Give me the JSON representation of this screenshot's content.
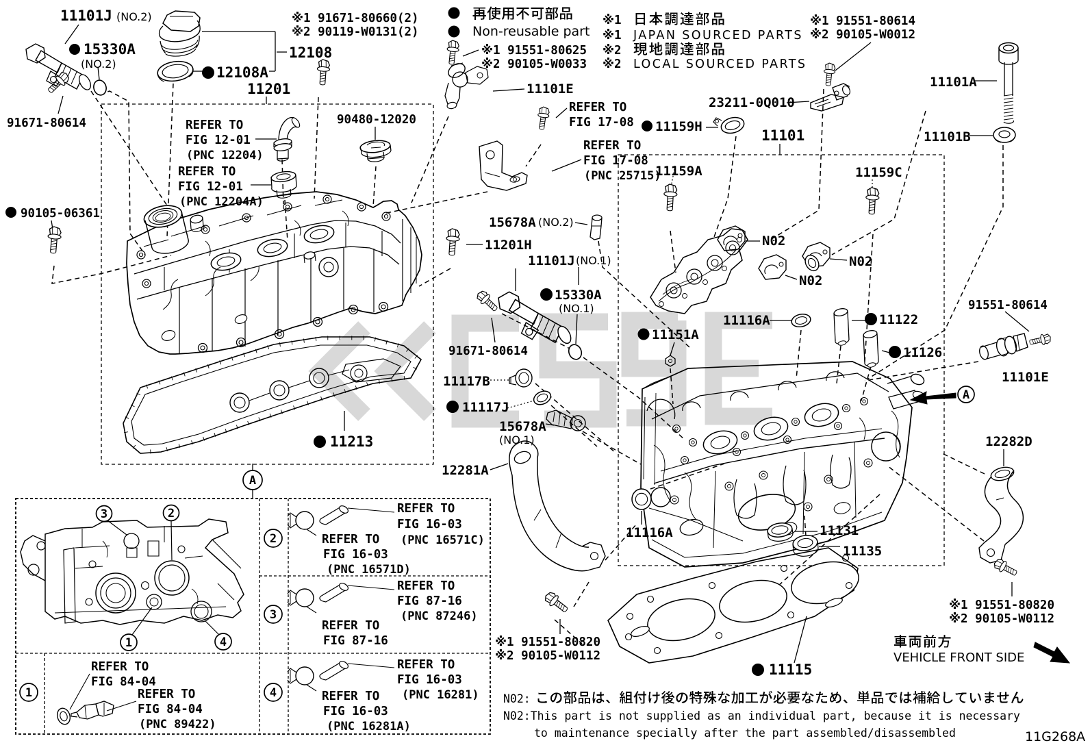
{
  "figure": {
    "code": "11G268A",
    "vehicle_front_jp": "車両前方",
    "vehicle_front_en": "VEHICLE FRONT SIDE"
  },
  "legend": {
    "non_reusable_jp": "再使用不可部品",
    "non_reusable_en": "Non-reusable part",
    "ref1_mark": "※1",
    "ref2_mark": "※2",
    "japan_sourced_jp": "日本調達部品",
    "japan_sourced_en": "JAPAN SOURCED PARTS",
    "local_sourced_jp": "現地調達部品",
    "local_sourced_en": "LOCAL SOURCED PARTS"
  },
  "notes": {
    "n02_jp_prefix": "N02:",
    "n02_jp_body": "この部品は、組付け後の特殊な加工が必要なため、単品では補給していません",
    "n02_en_line1": "N02:This part is not supplied as an individual part, because it is necessary",
    "n02_en_line2": "to maintenance specially after the part assembled/disassembled"
  },
  "labels": {
    "c_eng3": "3",
    "c_eng2": "2",
    "c_eng1": "1",
    "c_eng4": "4",
    "c_row2": "2",
    "c_row3": "3",
    "c_row4": "4",
    "c_row1": "1",
    "c_A1": "A",
    "c_A2": "A",
    "p11101j": "11101J",
    "no2_a": "(NO.2)",
    "p15330a": "15330A",
    "no2_b": "(NO.2)",
    "p91671_80614": "91671-80614",
    "p90105_06361": "90105-06361",
    "s1_91671_80660": "※1 91671-80660(2)",
    "s2_90119_w0131": "※2 90119-W0131(2)",
    "p12108": "12108",
    "p12108a": "12108A",
    "p11201": "11201",
    "rt1a": "REFER TO",
    "rt1b": "FIG 12-01",
    "rt1c": "(PNC 12204)",
    "rt2a": "REFER TO",
    "rt2b": "FIG 12-01",
    "rt2c": "(PNC 12204A)",
    "p90480_12020": "90480-12020",
    "p11213": "11213",
    "leg_nonreusable_en": "Non-reusable part",
    "s1_91551_80625": "※1 91551-80625",
    "s2_90105_w0033": "※2 90105-W0033",
    "p11101e_top": "11101E",
    "rt3a": "REFER TO",
    "rt3b": "FIG 17-08",
    "rt4a": "REFER TO",
    "rt4b": "FIG 17-08",
    "rt4c": "(PNC 25715)",
    "leg_ref1_mark": "※1",
    "leg_ref1_en_mark": "※1",
    "leg_ref2_mark": "※2",
    "leg_ref2_en_mark": "※2",
    "leg_japan_en": "JAPAN SOURCED PARTS",
    "leg_local_en": "LOCAL SOURCED PARTS",
    "s1_91551_80614": "※1 91551-80614",
    "s2_90105_w0012": "※2 90105-W0012",
    "p23211_0q010": "23211-0Q010",
    "p11159h": "11159H",
    "p11101": "11101",
    "p11101a": "11101A",
    "p11101b": "11101B",
    "p11159a": "11159A",
    "p11159c": "11159C",
    "n02_1": "N02",
    "n02_2": "N02",
    "n02_3": "N02",
    "p11116a_top": "11116A",
    "p11122": "11122",
    "p11126": "11126",
    "p11151a": "11151A",
    "p91551_80614r": "91551-80614",
    "p11101e_right": "11101E",
    "p11116a_bot": "11116A",
    "p11131": "11131",
    "p11135": "11135",
    "p12282d": "12282D",
    "s1_91551_80820r": "※1 91551-80820",
    "s2_90105_w0112r": "※2 90105-W0112",
    "veh_front_en": "VEHICLE FRONT SIDE",
    "fig_code": "11G268A",
    "p15678a_no2": "15678A",
    "no2_c": "(NO.2)",
    "p11201h": "11201H",
    "p11101j1": "11101J",
    "no1_a": "(NO.1)",
    "p15330a1": "15330A",
    "no1_b": "(NO.1)",
    "p91671_80614m": "91671-80614",
    "p11117b": "11117B",
    "p11117j": "11117J",
    "p15678a_no1": "15678A",
    "no1_c": "(NO.1)",
    "p12281a": "12281A",
    "s1_91551_80820m": "※1 91551-80820",
    "s2_90105_w0112m": "※2 90105-W0112",
    "p11115": "11115",
    "note_n02_prefix": "N02:",
    "note_en1": "N02:This part is not supplied as an individual part, because it is necessary",
    "note_en2": "to maintenance specially after the part assembled/disassembled",
    "c2rt1": "REFER TO",
    "c2f1": "FIG 16-03",
    "c2p1": "(PNC 16571C)",
    "c2rt2": "REFER TO",
    "c2f2": "FIG 16-03",
    "c2p2": "(PNC 16571D)",
    "c3rt1": "REFER TO",
    "c3f1": "FIG 87-16",
    "c3p1": "(PNC 87246)",
    "c3rt2": "REFER TO",
    "c3f2": "FIG 87-16",
    "c4rt1": "REFER TO",
    "c4f1": "FIG 16-03",
    "c4p1": "(PNC 16281)",
    "c4rt2": "REFER TO",
    "c4f2": "FIG 16-03",
    "c4p2": "(PNC 16281A)",
    "c1rt1": "REFER TO",
    "c1f1": "FIG 84-04",
    "c1rt2": "REFER TO",
    "c1f2": "FIG 84-04",
    "c1p1": "(PNC 89422)"
  }
}
